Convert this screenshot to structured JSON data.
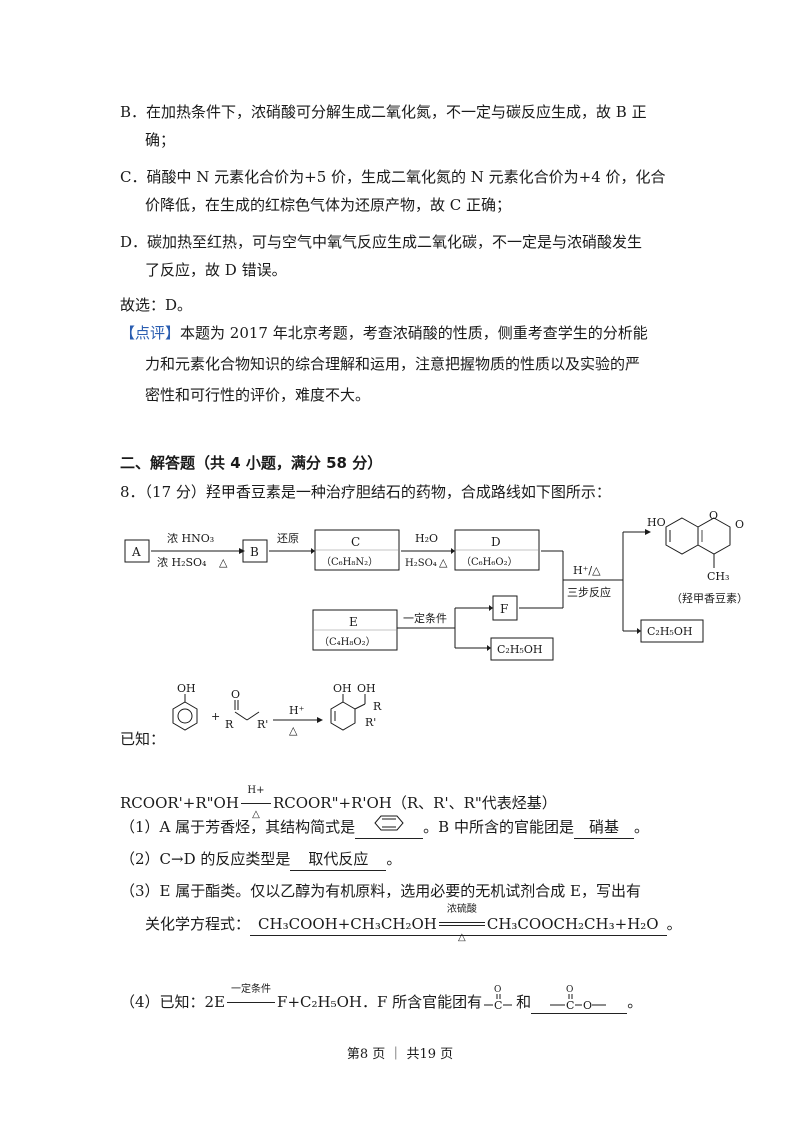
{
  "lines": {
    "b1": "B．在加热条件下，浓硝酸可分解生成二氧化氮，不一定与碳反应生成，故 B 正",
    "b2": "确；",
    "c1": "C．硝酸中 N 元素化合价为+5 价，生成二氧化氮的 N 元素化合价为+4 价，化合",
    "c2": "价降低，在生成的红棕色气体为还原产物，故 C 正确；",
    "d1": "D．碳加热至红热，可与空气中氧气反应生成二氧化碳，不一定是与浓硝酸发生",
    "d2": "了反应，故 D 错误。",
    "choice": "故选：D。",
    "comment_tag": "【点评】",
    "comment1": "本题为 2017 年北京考题，考查浓硝酸的性质，侧重考查学生的分析能",
    "comment2": "力和元素化合物知识的综合理解和运用，注意把握物质的性质以及实验的严",
    "comment3": "密性和可行性的评价，难度不大。"
  },
  "section": {
    "title": "二、解答题（共 4 小题，满分 58 分）"
  },
  "q8": {
    "stem": "8．（17 分）羟甲香豆素是一种治疗胆结石的药物，合成路线如下图所示：",
    "known_label": "已知：",
    "ester_rule_left": "RCOOR'+R\"OH",
    "ester_rule_cond_top": "H+",
    "ester_rule_cond_bottom": "△",
    "ester_rule_right": "RCOOR\"+R'OH（R、R'、R\"代表烃基）",
    "p1_a": "（1）A 属于芳香烃，其结构简式是",
    "p1_b": "。B 中所含的官能团是",
    "p1_ans2": "硝基",
    "p1_end": "。",
    "p2_a": "（2）C→D 的反应类型是",
    "p2_ans": "取代反应",
    "p2_end": "。",
    "p3_a": "（3）E 属于酯类。仅以乙醇为有机原料，选用必要的无机试剂合成 E，写出有",
    "p3_b": "关化学方程式：",
    "p3_eq_left": "CH₃COOH+CH₃CH₂OH",
    "p3_eq_cond": "浓硫酸",
    "p3_eq_tri": "△",
    "p3_eq_right": "CH₃COOCH₂CH₃+H₂O",
    "p3_end": "。",
    "p4_a": "（4）已知：2E",
    "p4_cond": "一定条件",
    "p4_b": "F+C₂H₅OH．F 所含官能团有",
    "p4_and": "和",
    "p4_end": "。"
  },
  "scheme": {
    "A": "A",
    "B": "B",
    "C": "C",
    "C_formula": "（C₆H₈N₂）",
    "D": "D",
    "D_formula": "（C₆H₆O₂）",
    "E": "E",
    "E_formula": "（C₄H₈O₂）",
    "F": "F",
    "ethanol1": "C₂H₅OH",
    "ethanol2": "C₂H₅OH",
    "r1_top": "浓 HNO₃",
    "r1_bottom": "浓 H₂SO₄",
    "r1_tri": "△",
    "r2_top": "还原",
    "r3_top": "H₂O",
    "r3_bottom": "H₂SO₄",
    "r3_tri": "△",
    "r4_top": "H⁺/△",
    "r4_bottom": "三步反应",
    "r5_top": "一定条件",
    "product_name": "（羟甲香豆素）",
    "ho": "HO",
    "o_ring": "O",
    "o_exo": "O",
    "ch3": "CH₃",
    "known_oh": "OH",
    "known_r": "R",
    "known_rp": "R'",
    "known_o": "O",
    "known_plus": "+",
    "known_cond_top": "H⁺",
    "known_cond_bottom": "△",
    "known_prod_oh1": "OH",
    "known_prod_oh2": "OH",
    "known_prod_r": "R",
    "known_prod_rp": "R'"
  },
  "fg": {
    "carbonyl": "C",
    "ester_c": "C",
    "ester_o": "O",
    "o_top": "O"
  },
  "footer": {
    "page": "第8 页 ｜ 共19 页"
  }
}
